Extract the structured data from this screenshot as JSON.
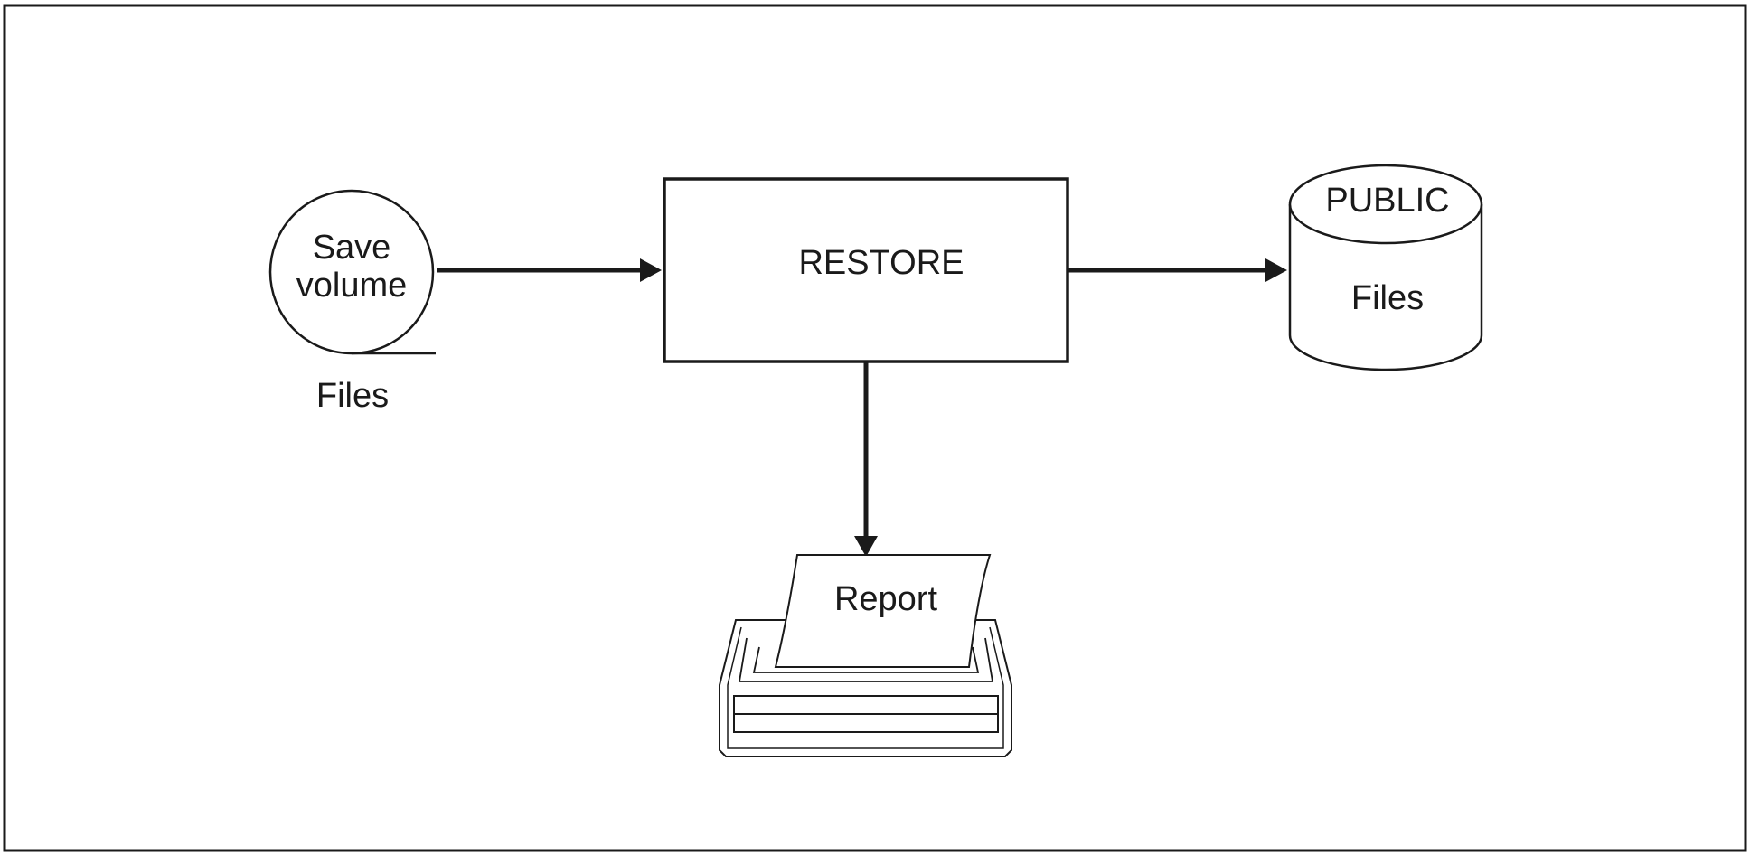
{
  "diagram": {
    "save_volume": {
      "line1": "Save",
      "line2": "volume",
      "caption": "Files"
    },
    "process": {
      "label": "RESTORE"
    },
    "public_store": {
      "top_label": "PUBLIC",
      "body_label": "Files"
    },
    "report": {
      "label": "Report"
    },
    "colors": {
      "stroke": "#1a1a1a",
      "background": "#ffffff"
    }
  }
}
